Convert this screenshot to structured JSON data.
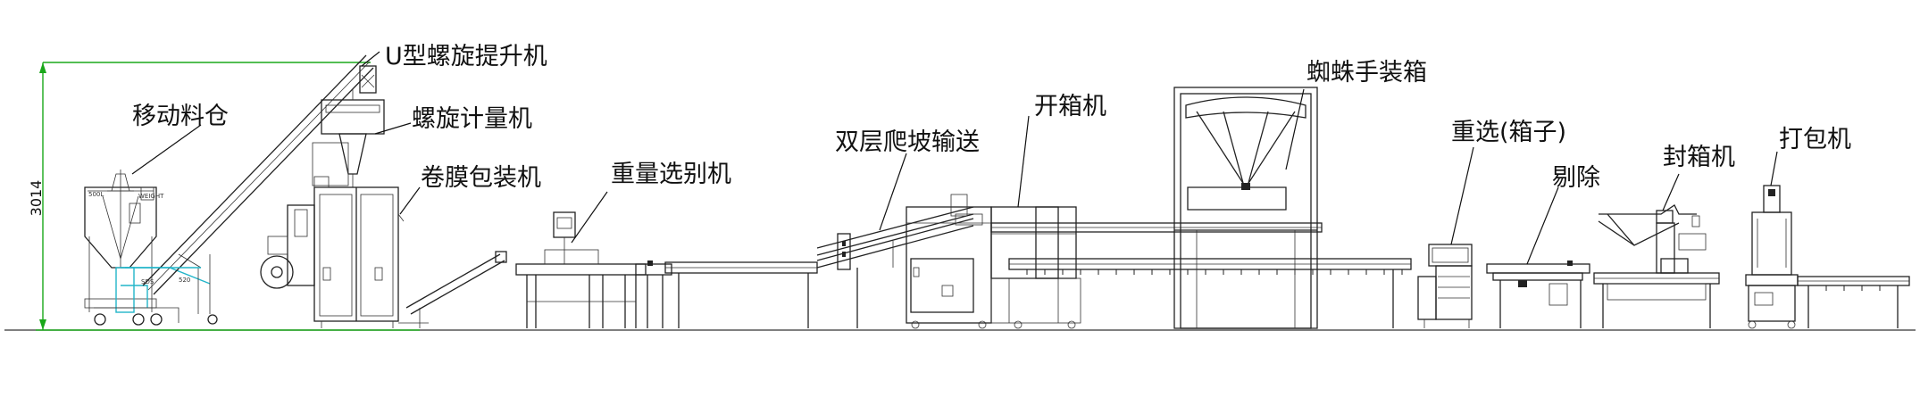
{
  "dimension": {
    "value": "3014"
  },
  "labels": {
    "mobile_bin": "移动料仓",
    "u_screw_elevator": "U型螺旋提升机",
    "screw_metering": "螺旋计量机",
    "film_packing": "卷膜包装机",
    "weight_sorting": "重量选别机",
    "double_climb_conveyor": "双层爬坡输送",
    "case_erector": "开箱机",
    "spider_case_packer": "蜘蛛手装箱",
    "reselect_box": "重选(箱子)",
    "reject": "剔除",
    "case_sealer": "封箱机",
    "strapping_machine": "打包机"
  },
  "machine_marks": {
    "bin_capacity": "500L",
    "bin_plate": "WEIGHT",
    "bin_tag": "SDS",
    "bin_num": "520"
  },
  "colors": {
    "line": "#222222",
    "dimension": "#1aa81a",
    "frame": "#22b5c9",
    "text": "#111111"
  }
}
